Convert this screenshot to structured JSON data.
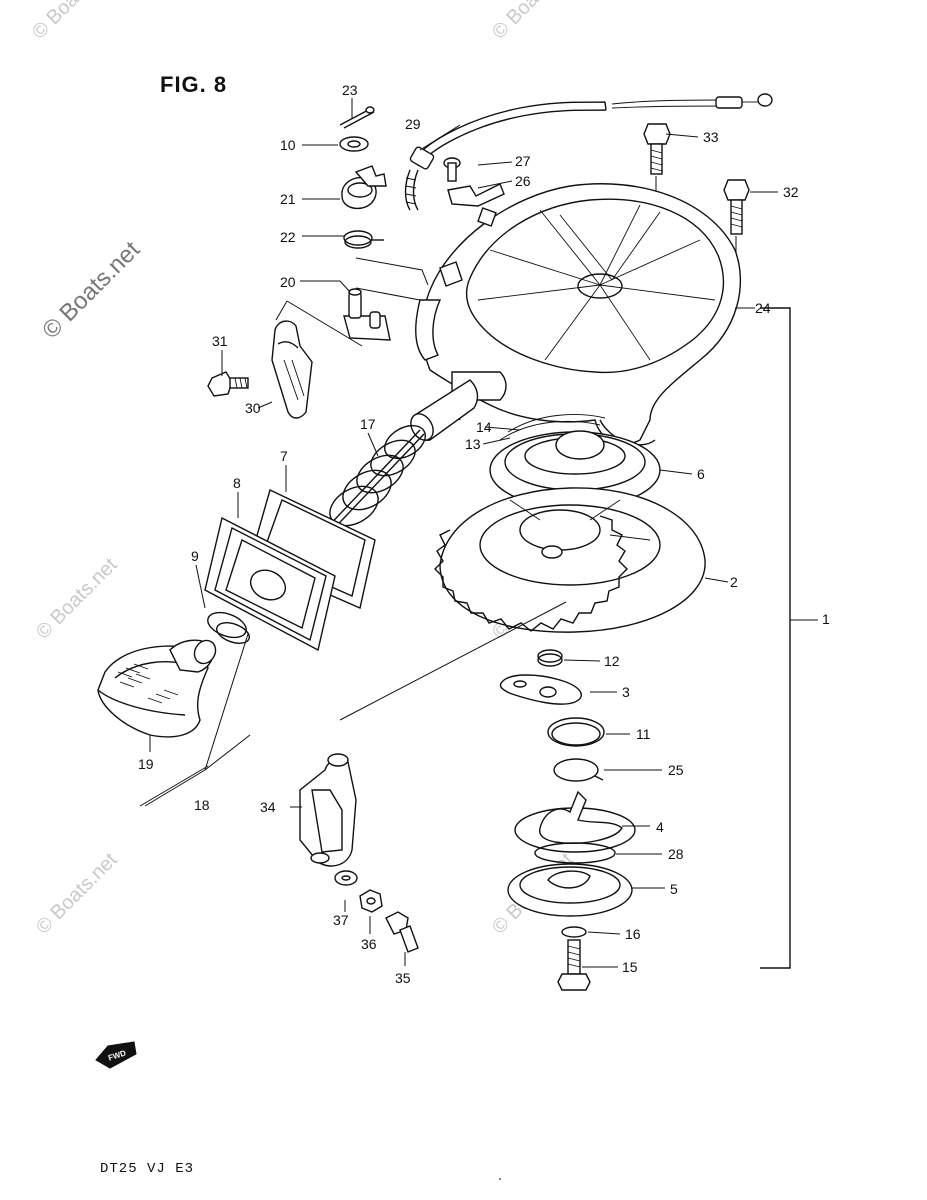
{
  "figure": {
    "title": "FIG. 8",
    "model_code": "DT25  VJ  E3",
    "fwd_marker": "FWD",
    "watermark": "© Boats.net"
  },
  "callouts": [
    {
      "id": "c1",
      "label": "1"
    },
    {
      "id": "c2",
      "label": "2"
    },
    {
      "id": "c3",
      "label": "3"
    },
    {
      "id": "c4",
      "label": "4"
    },
    {
      "id": "c5",
      "label": "5"
    },
    {
      "id": "c6",
      "label": "6"
    },
    {
      "id": "c7",
      "label": "7"
    },
    {
      "id": "c8",
      "label": "8"
    },
    {
      "id": "c9",
      "label": "9"
    },
    {
      "id": "c10",
      "label": "10"
    },
    {
      "id": "c11",
      "label": "11"
    },
    {
      "id": "c12",
      "label": "12"
    },
    {
      "id": "c13",
      "label": "13"
    },
    {
      "id": "c14",
      "label": "14"
    },
    {
      "id": "c15",
      "label": "15"
    },
    {
      "id": "c16",
      "label": "16"
    },
    {
      "id": "c17",
      "label": "17"
    },
    {
      "id": "c18",
      "label": "18"
    },
    {
      "id": "c19",
      "label": "19"
    },
    {
      "id": "c20",
      "label": "20"
    },
    {
      "id": "c21",
      "label": "21"
    },
    {
      "id": "c22",
      "label": "22"
    },
    {
      "id": "c23",
      "label": "23"
    },
    {
      "id": "c24",
      "label": "24"
    },
    {
      "id": "c25",
      "label": "25"
    },
    {
      "id": "c26",
      "label": "26"
    },
    {
      "id": "c27",
      "label": "27"
    },
    {
      "id": "c28",
      "label": "28"
    },
    {
      "id": "c29",
      "label": "29"
    },
    {
      "id": "c30",
      "label": "30"
    },
    {
      "id": "c31",
      "label": "31"
    },
    {
      "id": "c32",
      "label": "32"
    },
    {
      "id": "c33",
      "label": "33"
    },
    {
      "id": "c34",
      "label": "34"
    },
    {
      "id": "c35",
      "label": "35"
    },
    {
      "id": "c36",
      "label": "36"
    },
    {
      "id": "c37",
      "label": "37"
    }
  ]
}
